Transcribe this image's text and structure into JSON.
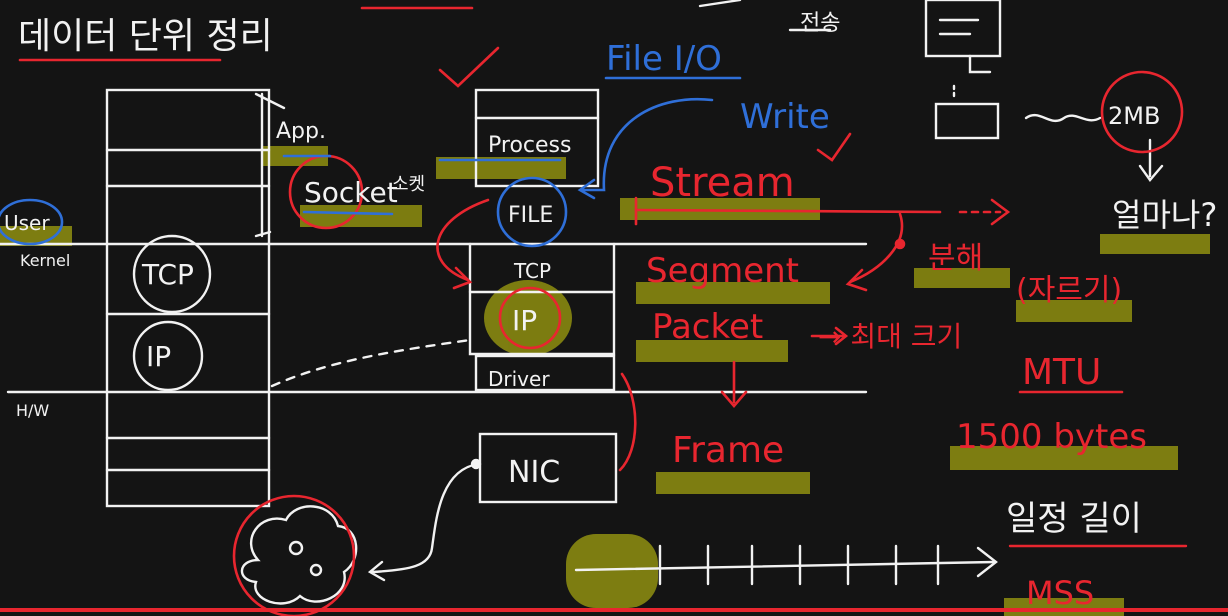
{
  "title": "데이터 단위 정리",
  "labels": {
    "app": "App.",
    "socket": "Socket",
    "socket_note": "소켓",
    "user": "User",
    "kernel": "Kernel",
    "hw": "H/W",
    "tcp_left": "TCP",
    "ip_left": "IP",
    "file_io": "File I/O",
    "write": "Write",
    "process": "Process",
    "file": "FILE",
    "tcp_mid": "TCP",
    "ip_mid": "IP",
    "driver": "Driver",
    "nic": "NIC",
    "stream": "Stream",
    "segment": "Segment",
    "packet": "Packet",
    "frame": "Frame",
    "split": "분해",
    "split_paren": "(자르기)",
    "max_size": "→ 최대 크기",
    "mtu": "MTU",
    "mtu_value": "1500 bytes",
    "size_2mb": "2MB",
    "how_much": "얼마나?",
    "fixed_length": "일정 길이",
    "mss": "MSS",
    "top_partial": "전송"
  },
  "colors": {
    "board": "#141414",
    "chalk": "#f2f2f2",
    "red": "#e8262f",
    "blue": "#2f6fd8",
    "highlight": "#8f8f10"
  }
}
